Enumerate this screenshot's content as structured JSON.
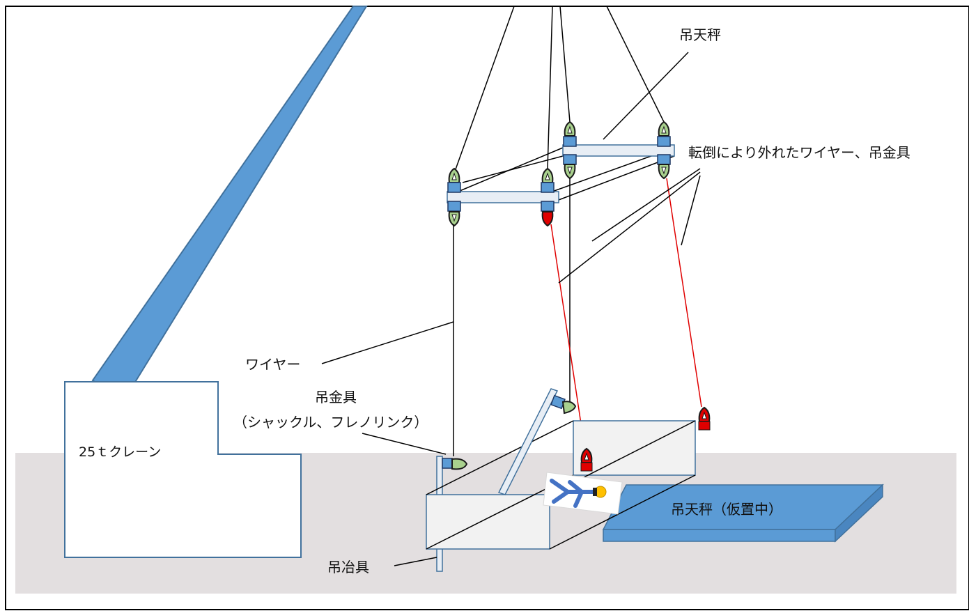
{
  "labels": {
    "spreader_beam": "吊天秤",
    "detached": "転倒により外れたワイヤー、吊金具",
    "wire": "ワイヤー",
    "fitting": "吊金具",
    "fitting_sub": "（シャックル、フレノリンク）",
    "crane": "25ｔクレーン",
    "jig": "吊冶具",
    "beam_stored": "吊天秤（仮置中）"
  },
  "colors": {
    "boom": "#5b9bd5",
    "boom_edge": "#41719c",
    "ground": "#e3dfe0",
    "beam": "#e8eef5",
    "box": "#f2f2f2",
    "outline": "#41719c",
    "wire": "#000000",
    "detached_wire": "#e00000",
    "shackle_ok": "#a9d18e",
    "shackle_detached": "#e00000",
    "link": "#5b9bd5",
    "worker": "#4472c4",
    "helmet": "#ffc000"
  },
  "icons": {
    "shackle": "shackle-icon",
    "link": "flemish-link-icon",
    "worker": "fallen-worker-icon"
  }
}
